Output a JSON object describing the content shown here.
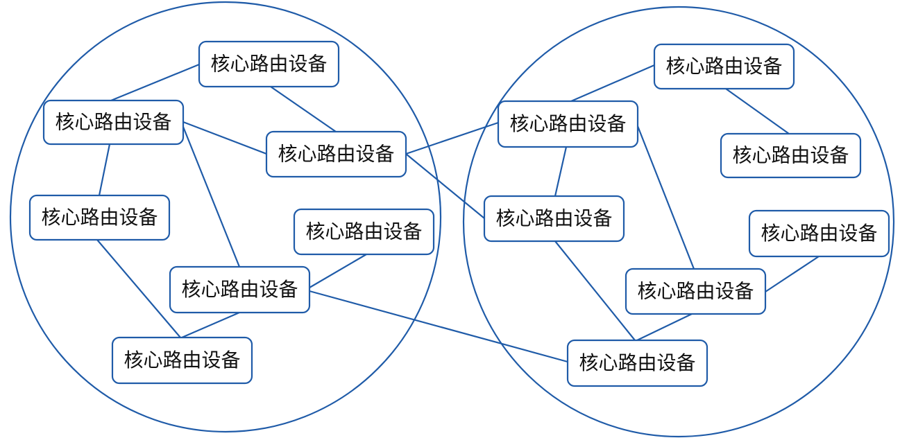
{
  "diagram": {
    "colors": {
      "stroke": "#1f5ba8",
      "text": "#111111",
      "background": "#ffffff"
    },
    "regions": [
      {
        "id": "left-network"
      },
      {
        "id": "right-network"
      }
    ],
    "nodes": [
      {
        "id": "L1",
        "label": "核心路由设备"
      },
      {
        "id": "L2",
        "label": "核心路由设备"
      },
      {
        "id": "L3",
        "label": "核心路由设备"
      },
      {
        "id": "L4",
        "label": "核心路由设备"
      },
      {
        "id": "L5",
        "label": "核心路由设备"
      },
      {
        "id": "L6",
        "label": "核心路由设备"
      },
      {
        "id": "L7",
        "label": "核心路由设备"
      },
      {
        "id": "R1",
        "label": "核心路由设备"
      },
      {
        "id": "R2",
        "label": "核心路由设备"
      },
      {
        "id": "R3",
        "label": "核心路由设备"
      },
      {
        "id": "R4",
        "label": "核心路由设备"
      },
      {
        "id": "R5",
        "label": "核心路由设备"
      },
      {
        "id": "R6",
        "label": "核心路由设备"
      },
      {
        "id": "R7",
        "label": "核心路由设备"
      }
    ],
    "edges": [
      [
        "L1",
        "L2"
      ],
      [
        "L1",
        "L3"
      ],
      [
        "L2",
        "L3"
      ],
      [
        "L2",
        "L4"
      ],
      [
        "L2",
        "L6"
      ],
      [
        "L4",
        "L7"
      ],
      [
        "L6",
        "L7"
      ],
      [
        "L5",
        "L6"
      ],
      [
        "R1",
        "R2"
      ],
      [
        "R1",
        "R3"
      ],
      [
        "R2",
        "R4"
      ],
      [
        "R2",
        "R6"
      ],
      [
        "R4",
        "R7"
      ],
      [
        "R6",
        "R7"
      ],
      [
        "R5",
        "R6"
      ],
      [
        "L3",
        "R2"
      ],
      [
        "L3",
        "R4"
      ],
      [
        "L6",
        "R7"
      ]
    ]
  }
}
